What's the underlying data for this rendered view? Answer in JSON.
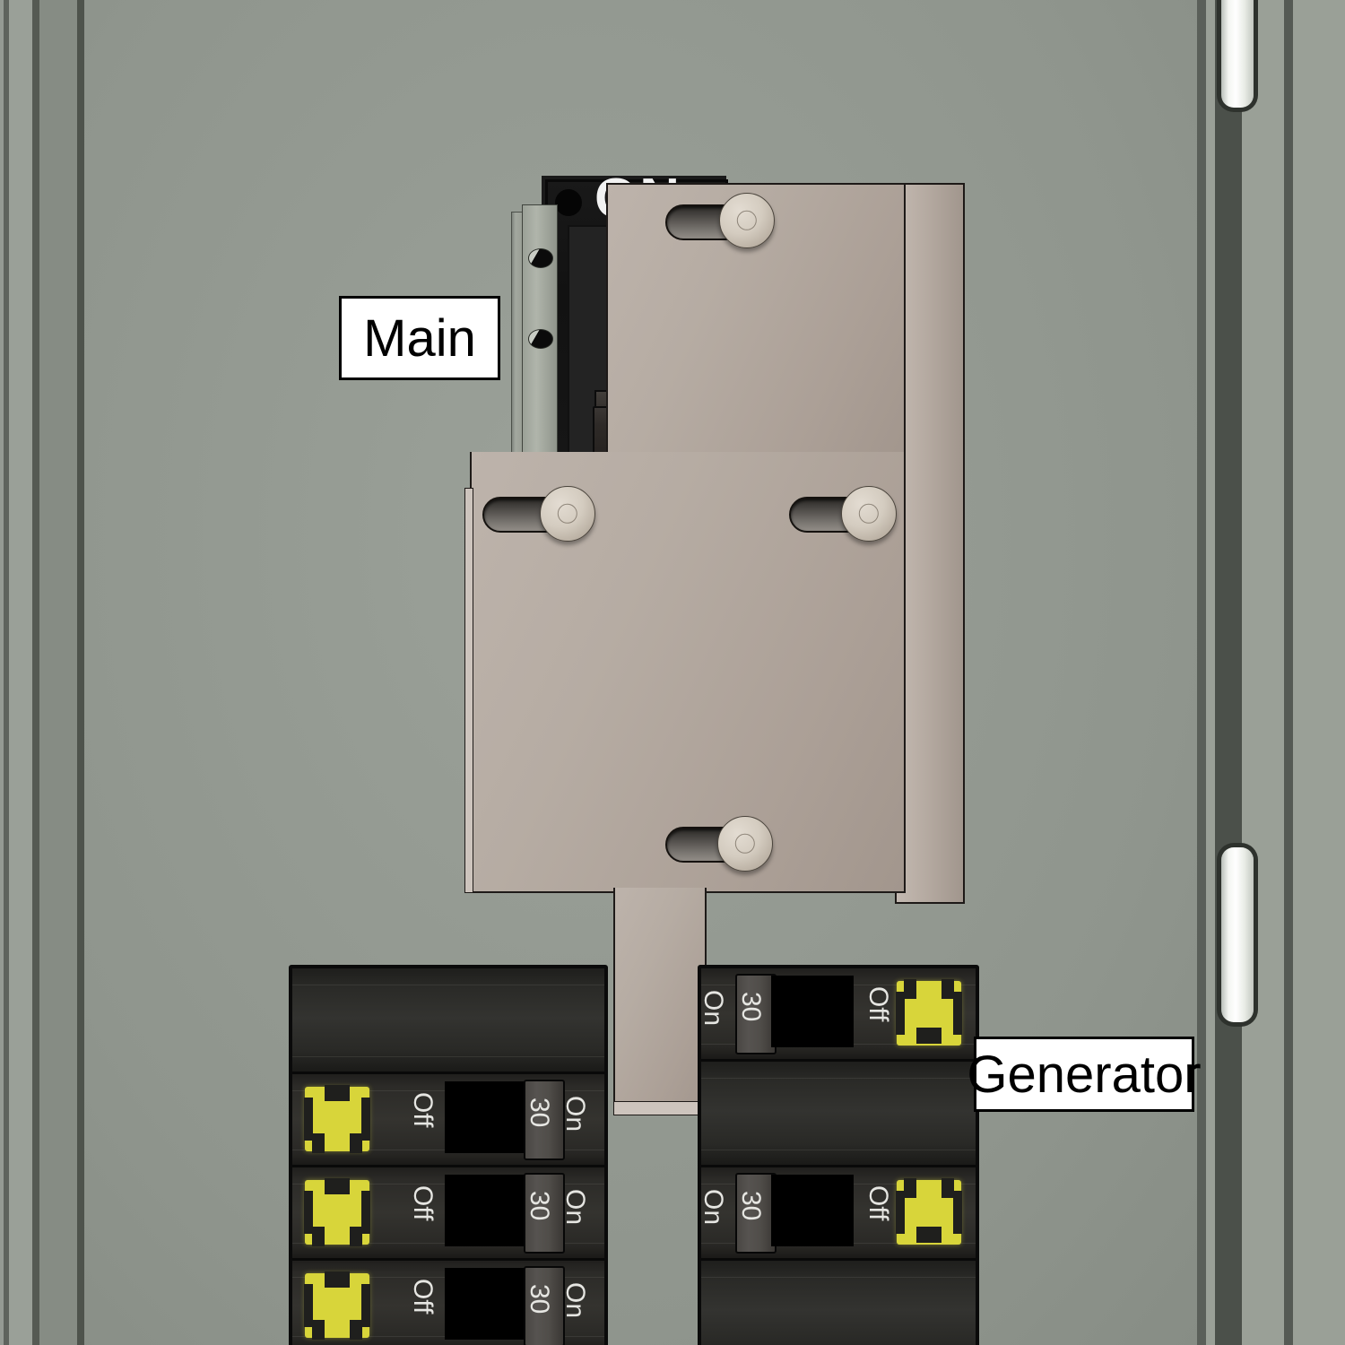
{
  "scene": {
    "title": "Electrical panel with generator interlock kit",
    "enclosure_color": "#939990",
    "plate_color": "#b6aca3",
    "breaker_body_color": "#1d1d1c",
    "accent_yellow": "#d8d53a"
  },
  "callouts": [
    {
      "name": "main-callout",
      "text": "Main",
      "font_size": 58
    },
    {
      "name": "generator-callout",
      "text": "Generator",
      "font_size": 58
    }
  ],
  "main_breaker": {
    "name": "main-breaker",
    "on_label": "ON",
    "position": "off",
    "handle_state": "down"
  },
  "interlock_plate": {
    "name": "generator-interlock-plate",
    "screws": [
      {
        "name": "interlock-screw-top",
        "state": "fastened"
      },
      {
        "name": "interlock-screw-left",
        "state": "fastened"
      },
      {
        "name": "interlock-screw-right",
        "state": "fastened"
      },
      {
        "name": "interlock-screw-bottom",
        "state": "fastened"
      }
    ]
  },
  "mounting_rail": {
    "name": "mounting-rail",
    "holes": 2
  },
  "hinges": [
    {
      "name": "door-hinge-top"
    },
    {
      "name": "door-hinge-bottom"
    }
  ],
  "breaker_banks": [
    {
      "name": "left-breaker-bank",
      "side": "left",
      "rows": [
        {
          "name": "left-blank-row",
          "type": "blank",
          "off_label": "",
          "amp_label": "",
          "on_label": ""
        },
        {
          "name": "left-breaker-1",
          "type": "breaker",
          "off_label": "Off",
          "amp_label": "30",
          "on_label": "On",
          "state": "off"
        },
        {
          "name": "left-breaker-2",
          "type": "breaker",
          "off_label": "Off",
          "amp_label": "30",
          "on_label": "On",
          "state": "off"
        },
        {
          "name": "left-breaker-3",
          "type": "breaker",
          "off_label": "Off",
          "amp_label": "30",
          "on_label": "On",
          "state": "off"
        }
      ]
    },
    {
      "name": "right-breaker-bank",
      "side": "right",
      "rows": [
        {
          "name": "right-breaker-1",
          "type": "breaker",
          "off_label": "Off",
          "amp_label": "30",
          "on_label": "On",
          "state": "off"
        },
        {
          "name": "right-blank-row",
          "type": "blank",
          "off_label": "",
          "amp_label": "",
          "on_label": ""
        },
        {
          "name": "right-breaker-2",
          "type": "breaker",
          "off_label": "Off",
          "amp_label": "30",
          "on_label": "On",
          "state": "off"
        },
        {
          "name": "right-blank-row-2",
          "type": "blank",
          "off_label": "",
          "amp_label": "",
          "on_label": ""
        }
      ]
    }
  ]
}
